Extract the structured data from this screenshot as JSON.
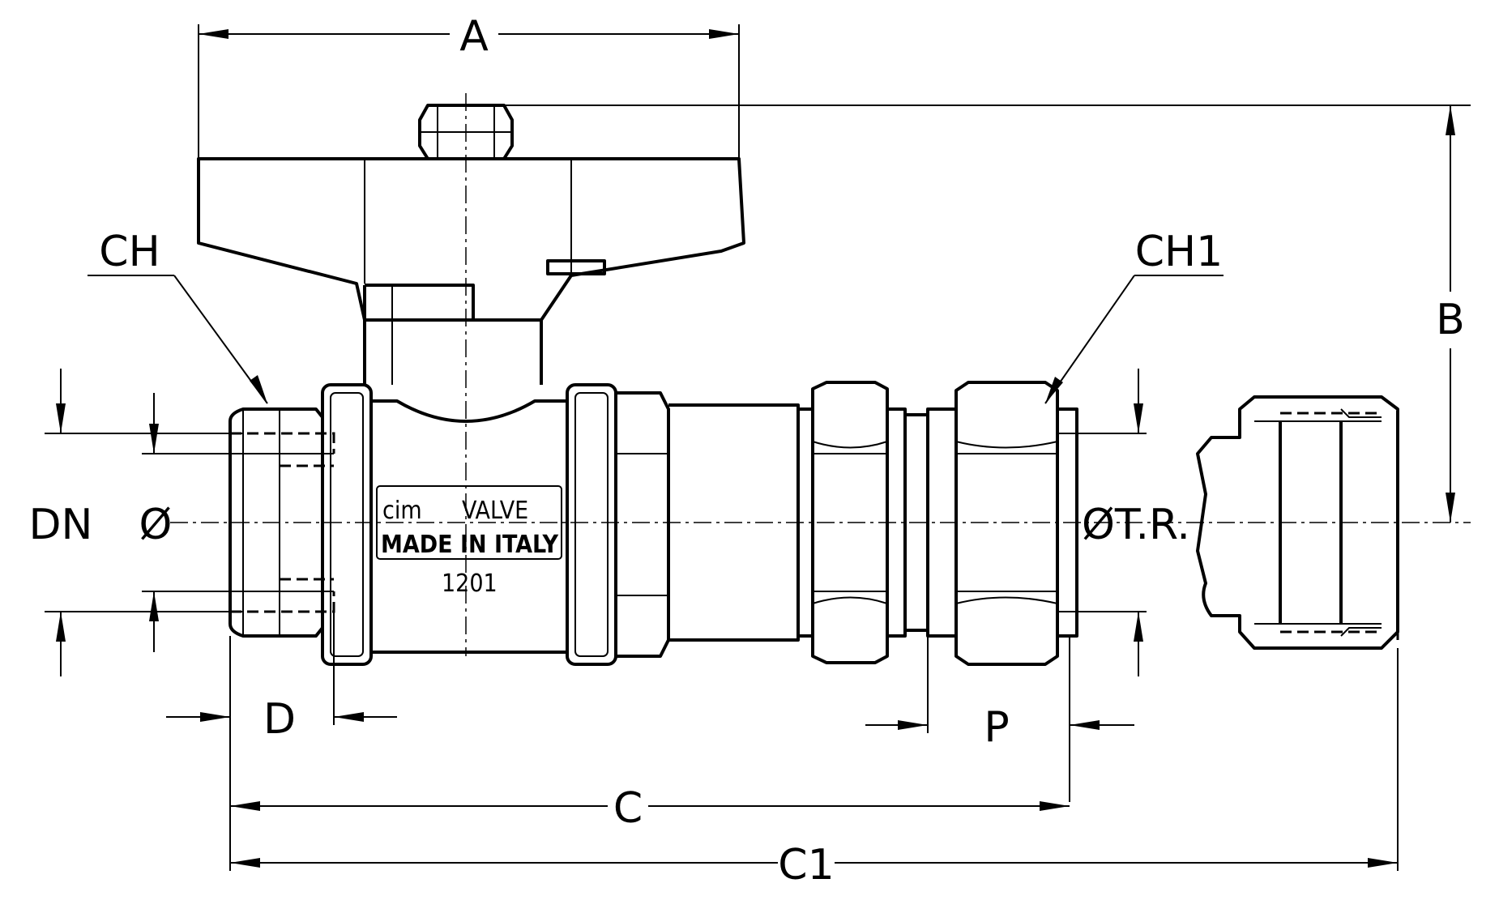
{
  "labels": {
    "a": "A",
    "b": "B",
    "c": "C",
    "c1": "C1",
    "ch": "CH",
    "ch1": "CH1",
    "dn": "DN",
    "diameter": "Ø",
    "d": "D",
    "p": "P",
    "diameter_tr": "ØT.R."
  },
  "marking": {
    "brand_cim": "CIM",
    "brand_valve": "VALVE",
    "origin": "MADE IN ITALY",
    "code": "1201"
  }
}
